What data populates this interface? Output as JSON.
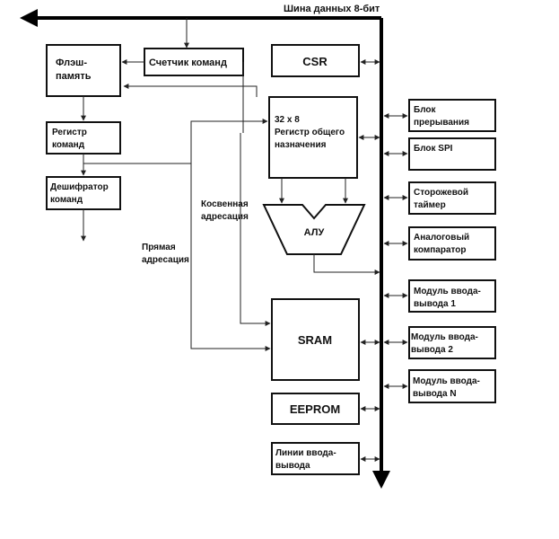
{
  "bus_label": "Шина данных 8-бит",
  "blocks": {
    "flash": [
      "Флэш-",
      "память"
    ],
    "pc": "Счетчик команд",
    "cmd_reg": [
      "Регистр",
      "команд"
    ],
    "decoder": [
      "Дешифратор",
      "команд"
    ],
    "csr": "CSR",
    "gpr": [
      "32 x 8",
      "Регистр общего",
      "назначения"
    ],
    "alu": "АЛУ",
    "sram": "SRAM",
    "eeprom": "EEPROM",
    "io_lines": [
      "Линии ввода-",
      "вывода"
    ],
    "interrupt": [
      "Блок",
      "прерывания"
    ],
    "spi": "Блок SPI",
    "watchdog": [
      "Сторожевой",
      "таймер"
    ],
    "comparator": [
      "Аналоговый",
      "компаратор"
    ],
    "io1": [
      "Модуль ввода-",
      "вывода 1"
    ],
    "io2": [
      "Модуль ввода-",
      "вывода 2"
    ],
    "ioN": [
      "Модуль ввода-",
      "вывода N"
    ]
  },
  "labels": {
    "indirect": [
      "Косвенная",
      "адресация"
    ],
    "direct": [
      "Прямая",
      "адресация"
    ]
  }
}
